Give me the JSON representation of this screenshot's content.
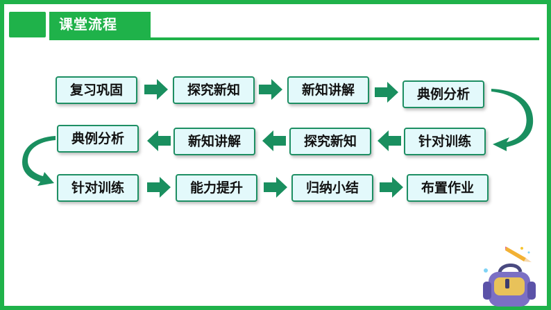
{
  "header": {
    "title": "课堂流程"
  },
  "rows": [
    [
      "复习巩固",
      "探究新知",
      "新知讲解",
      "典例分析"
    ],
    [
      "典例分析",
      "新知讲解",
      "探究新知",
      "针对训练"
    ],
    [
      "针对训练",
      "能力提升",
      "归纳小结",
      "布置作业"
    ]
  ],
  "colors": {
    "accent": "#1fb24a",
    "arrow": "#1a8f5f",
    "box_fill": "#e3f9fb",
    "box_border": "#1d8f63"
  },
  "icons": [
    "right-arrow-icon",
    "left-arrow-icon",
    "curved-arrow-icon",
    "pencil-icon",
    "backpack-icon"
  ]
}
